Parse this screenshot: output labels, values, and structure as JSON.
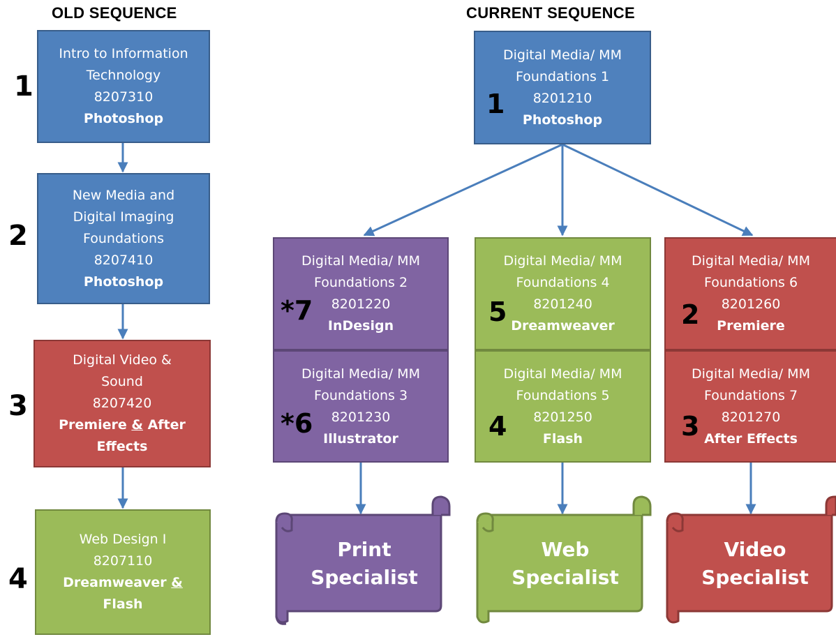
{
  "headings": {
    "old": "OLD SEQUENCE",
    "current": "CURRENT SEQUENCE"
  },
  "colors": {
    "blue": "#4f81bd",
    "blue_border": "#385d8a",
    "purple": "#8064a2",
    "purple_border": "#5c4776",
    "green": "#9bbb59",
    "green_border": "#71893f",
    "red": "#c0504d",
    "red_border": "#8c3836",
    "arrow": "#4a7ebb"
  },
  "old_sequence": {
    "numbers": [
      "1",
      "2",
      "3",
      "4"
    ],
    "boxes": [
      {
        "lines": [
          "Intro to Information",
          "Technology",
          "8207310"
        ],
        "bold": "Photoshop"
      },
      {
        "lines": [
          "New Media and",
          "Digital Imaging",
          "Foundations",
          "8207410"
        ],
        "bold": "Photoshop"
      },
      {
        "lines": [
          "Digital Video &",
          "Sound",
          "8207420"
        ],
        "bold_a": "Premiere",
        "amp": "&",
        "bold_b": "After",
        "bold_c": "Effects"
      },
      {
        "lines": [
          "Web Design I",
          "8207110"
        ],
        "bold_a": "Dreamweaver",
        "amp": "&",
        "bold_c": "Flash"
      }
    ]
  },
  "current_sequence": {
    "top": {
      "lines": [
        "Digital Media/ MM",
        "Foundations 1",
        "8201210"
      ],
      "bold": "Photoshop",
      "number": "1"
    },
    "print": [
      {
        "lines": [
          "Digital Media/ MM",
          "Foundations 2",
          "8201220"
        ],
        "bold": "InDesign",
        "number": "*7"
      },
      {
        "lines": [
          "Digital Media/ MM",
          "Foundations 3",
          "8201230"
        ],
        "bold": "Illustrator",
        "number": "*6"
      }
    ],
    "web": [
      {
        "lines": [
          "Digital Media/ MM",
          "Foundations 4",
          "8201240"
        ],
        "bold": "Dreamweaver",
        "number": "5"
      },
      {
        "lines": [
          "Digital Media/ MM",
          "Foundations 5",
          "8201250"
        ],
        "bold": "Flash",
        "number": "4"
      }
    ],
    "video": [
      {
        "lines": [
          "Digital Media/ MM",
          "Foundations 6",
          "8201260"
        ],
        "bold": "Premiere",
        "number": "2"
      },
      {
        "lines": [
          "Digital Media/ MM",
          "Foundations 7",
          "8201270"
        ],
        "bold": "After Effects",
        "number": "3"
      }
    ],
    "specialists": [
      {
        "line1": "Print",
        "line2": "Specialist"
      },
      {
        "line1": "Web",
        "line2": "Specialist"
      },
      {
        "line1": "Video",
        "line2": "Specialist"
      }
    ]
  }
}
